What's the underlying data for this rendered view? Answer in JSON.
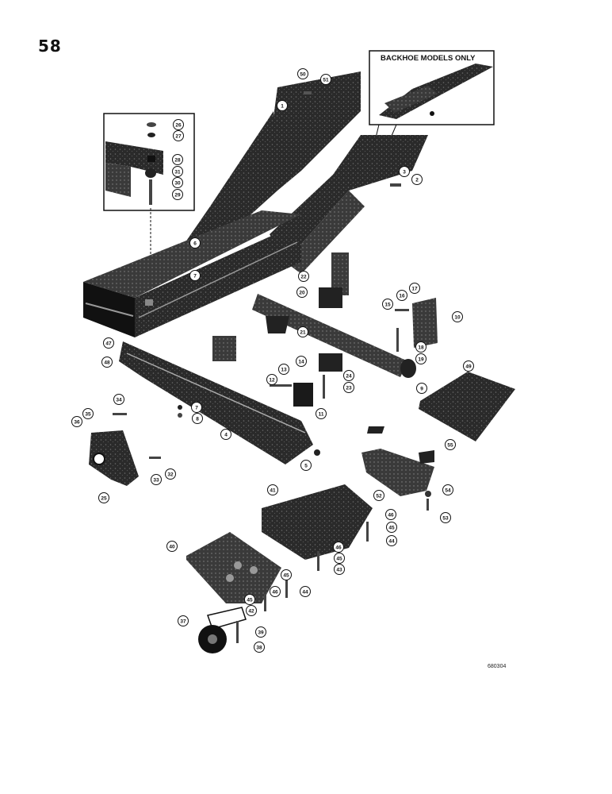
{
  "page_number": "58",
  "inset_title": "BACKHOE MODELS ONLY",
  "document_code": "680304",
  "colors": {
    "ink": "#1a1a1a",
    "paper": "#ffffff",
    "metal": "#2e2e2e",
    "highlight": "#8c8c8c"
  },
  "callouts": [
    "1",
    "2",
    "3",
    "4",
    "5",
    "6",
    "7",
    "8",
    "9",
    "10",
    "11",
    "12",
    "13",
    "14",
    "15",
    "16",
    "17",
    "18",
    "19",
    "20",
    "21",
    "22",
    "23",
    "24",
    "25",
    "26",
    "27",
    "28",
    "29",
    "30",
    "31",
    "32",
    "33",
    "34",
    "35",
    "36",
    "37",
    "38",
    "39",
    "40",
    "41",
    "42",
    "43",
    "44",
    "45",
    "46",
    "47",
    "48",
    "49",
    "50",
    "51",
    "52",
    "53",
    "54",
    "55"
  ]
}
